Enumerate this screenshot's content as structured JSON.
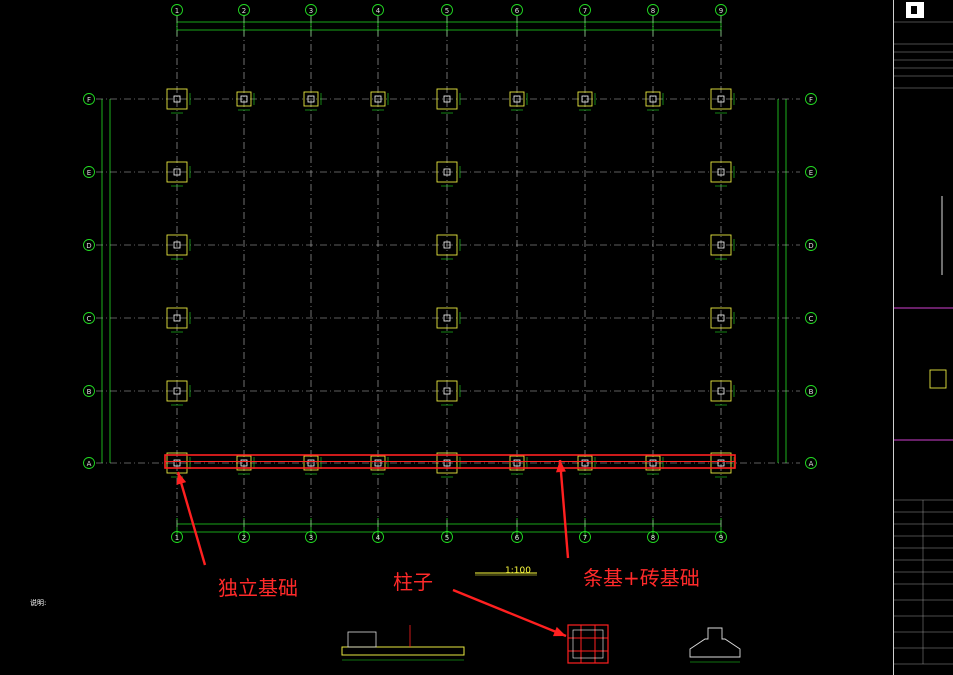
{
  "grid": {
    "columns": [
      "1",
      "2",
      "3",
      "4",
      "5",
      "6",
      "7",
      "8",
      "9"
    ],
    "rows": [
      "F",
      "E",
      "D",
      "C",
      "B",
      "A"
    ]
  },
  "annotations": {
    "isolated_foundation": "独立基础",
    "column": "柱子",
    "strip_foundation": "条基+砖基础"
  },
  "plan_title": {
    "scale": "1:100"
  },
  "notes": {
    "heading": "说明:"
  },
  "colors": {
    "grid_line": "#22dd22",
    "axis_dash": "#bbbbbb",
    "footing": "#e8e840",
    "column_pier": "#ffffff",
    "highlight": "#ff2020",
    "annotation": "#ff2a2a",
    "bubble": "#22dd22"
  },
  "icons": [
    "axis-bubble",
    "arrow-icon"
  ]
}
